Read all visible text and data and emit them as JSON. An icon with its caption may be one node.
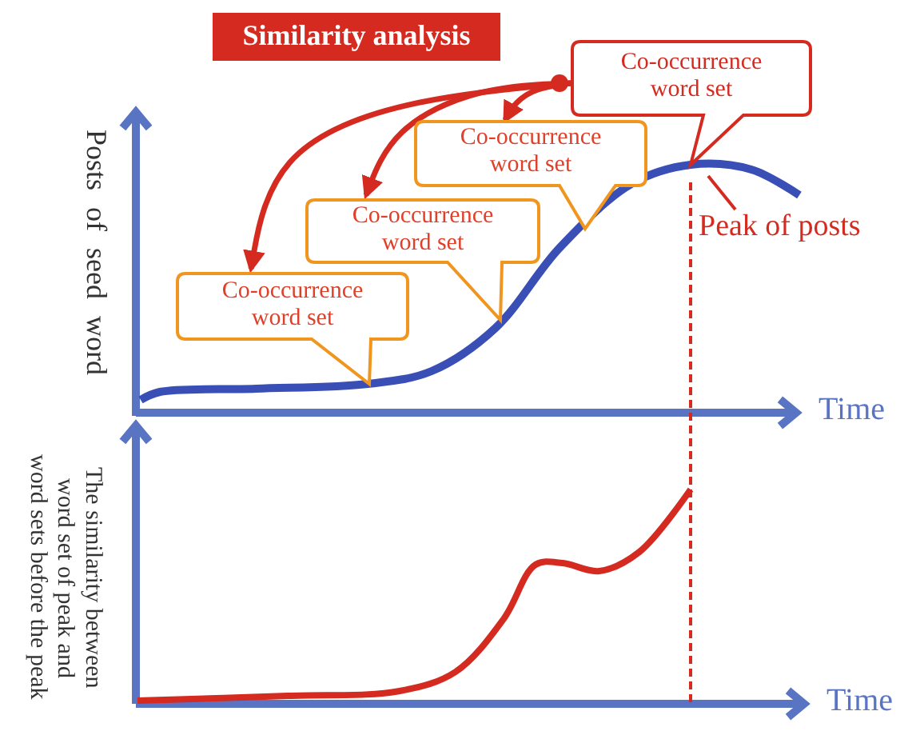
{
  "diagram": {
    "nodes": [
      {
        "text": [
          "Similarity analysis"
        ]
      },
      {
        "text": [
          "Co-occurrence word set"
        ]
      },
      {
        "text": [
          "Co-occurrence word set"
        ]
      },
      {
        "text": [
          "Co-occurrence word set"
        ]
      },
      {
        "text": [
          "Co-occurrence word set"
        ]
      },
      {
        "text": [
          "Peak of posts"
        ]
      }
    ],
    "edges": [
      {
        "from": 1,
        "to": 2,
        "arrow": "to"
      },
      {
        "from": 1,
        "to": 3,
        "arrow": "to"
      },
      {
        "from": 1,
        "to": 4,
        "arrow": "to"
      },
      {
        "from": 5,
        "to": null,
        "arrow": "none"
      }
    ],
    "labels": [
      "Posts of seed word",
      "Time",
      "The similarity between word set of peak and word sets before the peak",
      "Time"
    ]
  }
}
